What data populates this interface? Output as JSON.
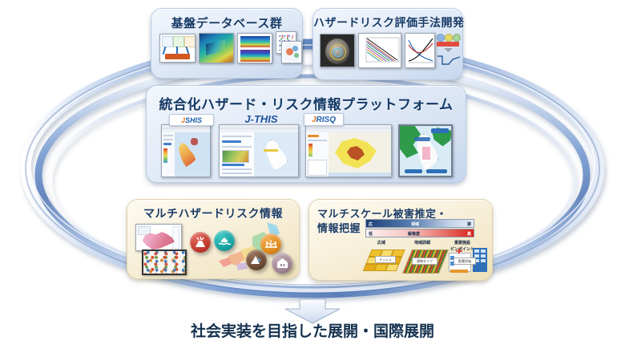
{
  "diagram": {
    "title_bottom": "社会実装を目指した展開・国際展開",
    "boxes": {
      "database": {
        "title": "基盤データベース群",
        "thumbs": [
          "observation-network-diagram",
          "3d-velocity-structure",
          "seismic-profile-sections",
          "dense-station-maps"
        ]
      },
      "hazard_method": {
        "title": "ハザードリスク評価手法開発",
        "thumbs": [
          "ct-scan-image",
          "fragility-curve-chart",
          "risk-cost-curve-chart",
          "resilience-timeline-chart"
        ]
      },
      "platform": {
        "title": "統合化ハザード・リスク情報プラットフォーム",
        "logos": [
          {
            "name": "J-SHIS",
            "j": "J",
            "rest": "SHIS"
          },
          {
            "name": "J-THIS",
            "j": "J",
            "rest": "-THIS"
          },
          {
            "name": "J-RISQ",
            "j": "J",
            "rest": "RISQ"
          }
        ],
        "thumbs": [
          "j-shis-hazard-map",
          "j-this-tsunami-map",
          "j-risq-intensity-map",
          "realtime-warning-map"
        ]
      },
      "multihazard": {
        "title": "マルチハザードリスク情報",
        "thumbs": [
          "japan-risk-map",
          "urban-detail-map"
        ],
        "icons": [
          {
            "name": "volcano-icon",
            "color": "#c0392b"
          },
          {
            "name": "tsunami-icon",
            "color": "#17a2a0"
          },
          {
            "name": "bridge-infrastructure-icon",
            "color": "#e08a1e"
          },
          {
            "name": "landslide-icon",
            "color": "#6b4a33"
          },
          {
            "name": "building-collapse-icon",
            "color": "#a08592"
          }
        ]
      },
      "multiscale": {
        "title_line1": "マルチスケール被害推定・",
        "title_line2": "情報把握",
        "gradient_bars": [
          {
            "left": "広",
            "center": "領域",
            "right": "狭"
          },
          {
            "left": "低",
            "center": "解像度",
            "right": "高"
          }
        ],
        "scales": [
          {
            "label": "広域",
            "sub": "メッシュ"
          },
          {
            "label": "地域詳細",
            "sub": "建物タイプ"
          },
          {
            "label_line1": "重要施設",
            "label_line2": "ピンポイント",
            "sub": "影響評価"
          }
        ]
      }
    },
    "colors": {
      "panel_blue": "#dce7f6",
      "panel_cream": "#f7efd9",
      "ring_blue": "#7e9fd0",
      "title_text": "#153a66"
    }
  }
}
